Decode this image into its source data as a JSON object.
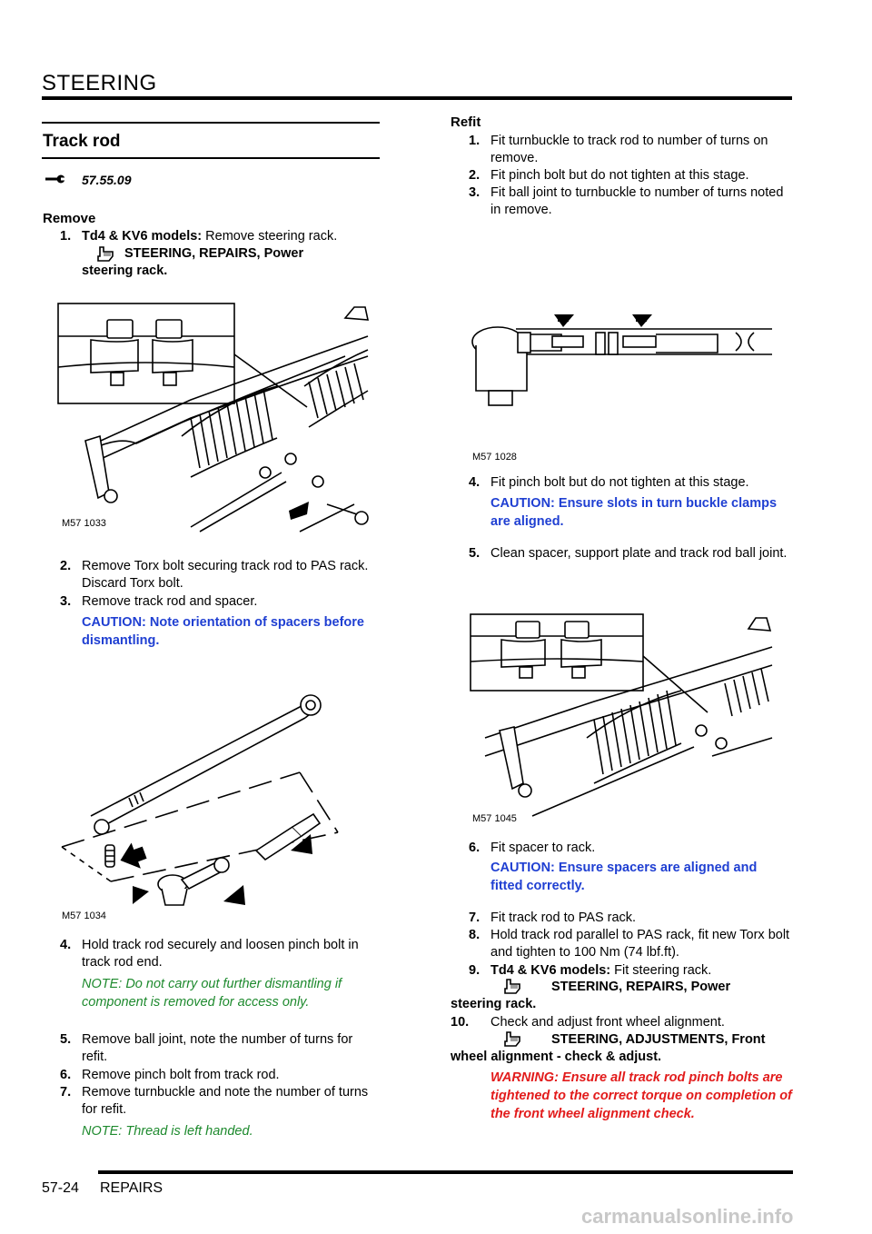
{
  "header": {
    "section": "STEERING"
  },
  "left": {
    "title": "Track rod",
    "op_code": "57.55.09",
    "remove_heading": "Remove",
    "step1_num": "1.",
    "step1_bold": "Td4 & KV6 models:",
    "step1_text": " Remove steering rack.",
    "step1_xref_line1": "STEERING, REPAIRS, Power",
    "step1_xref_line2": "steering rack.",
    "fig1_label": "M57 1033",
    "step2_num": "2.",
    "step2_text": "Remove Torx bolt securing track rod to PAS rack. Discard Torx bolt.",
    "step3_num": "3.",
    "step3_text": "Remove track rod and spacer.",
    "caution1": "CAUTION: Note orientation of spacers before dismantling.",
    "fig2_label": "M57 1034",
    "step4_num": "4.",
    "step4_text": "Hold track rod securely and loosen pinch bolt in track rod end.",
    "note1": "NOTE: Do not carry out further dismantling if component is removed for access only.",
    "step5_num": "5.",
    "step5_text": "Remove ball  joint, note the number of turns for refit.",
    "step6_num": "6.",
    "step6_text": " Remove pinch bolt from track rod.",
    "step7_num": "7.",
    "step7_text": "Remove turnbuckle and note the number of turns for refit.",
    "note2": "NOTE: Thread is left handed."
  },
  "right": {
    "refit_heading": "Refit",
    "step1_num": "1.",
    "step1_text": "Fit turnbuckle to track rod to number of turns on remove.",
    "step2_num": "2.",
    "step2_text": "Fit pinch bolt but do not tighten at this stage.",
    "step3_num": "3.",
    "step3_text": "Fit ball joint to turnbuckle to number of turns noted in remove.",
    "fig3_label": "M57 1028",
    "step4_num": "4.",
    "step4_text": "Fit pinch bolt but do not tighten at this stage.",
    "caution2": "CAUTION: Ensure slots in turn buckle clamps are aligned.",
    "step5_num": "5.",
    "step5_text": "Clean spacer, support plate and track rod ball joint.",
    "fig4_label": "M57 1045",
    "step6_num": "6.",
    "step6_text": "Fit spacer to rack.",
    "caution3": "CAUTION: Ensure spacers are aligned and fitted correctly.",
    "step7_num": "7.",
    "step7_text": "Fit track rod to PAS rack.",
    "step8_num": "8.",
    "step8_text": "Hold track rod parallel to PAS rack, fit new Torx bolt and tighten to 100 Nm (74 lbf.ft).",
    "step9_num": "9.",
    "step9_bold": "Td4 & KV6 models:",
    "step9_text": " Fit steering rack.",
    "step9_xref_line1": "STEERING, REPAIRS, Power",
    "step9_xref_line2": "steering rack.",
    "step10_num": "10.",
    "step10_text": "Check and adjust front wheel alignment.",
    "step10_xref_line1": "STEERING, ADJUSTMENTS, Front",
    "step10_xref_line2": "wheel alignment - check & adjust.",
    "warning": "WARNING: Ensure all track rod pinch bolts are tightened to the correct torque on completion of the front wheel alignment check."
  },
  "footer": {
    "page_number": "57-24",
    "section": "REPAIRS"
  },
  "watermark": "carmanualsonline.info",
  "icons": {
    "op_icon": "wrench-icon",
    "xref_icon": "hand-pointer-icon"
  }
}
